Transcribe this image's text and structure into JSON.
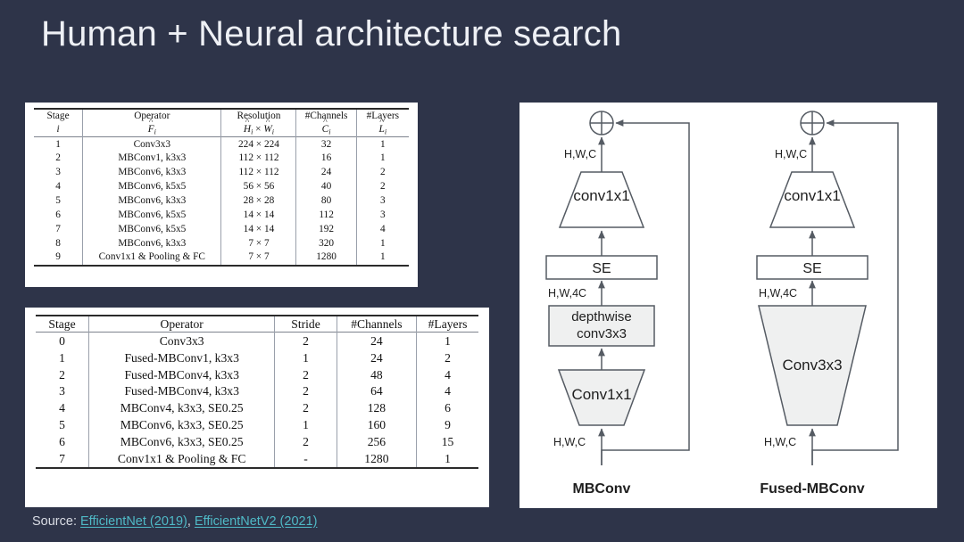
{
  "slide": {
    "title": "Human + Neural architecture search",
    "background_color": "#2e3449",
    "title_color": "#eef0f5"
  },
  "source": {
    "label": "Source:",
    "links": [
      {
        "text": "EfficientNet (2019)"
      },
      {
        "text": "EfficientNetV2 (2021)"
      }
    ],
    "separator": ",",
    "link_color": "#4fb9c6"
  },
  "table1": {
    "name": "efficientnet-b0-architecture",
    "headers": [
      "Stage",
      "Operator",
      "Resolution",
      "#Channels",
      "#Layers"
    ],
    "subheaders": [
      "i",
      "F",
      "H x W",
      "C",
      "L"
    ],
    "rows": [
      {
        "stage": "1",
        "operator": "Conv3x3",
        "resolution": "224 × 224",
        "channels": "32",
        "layers": "1"
      },
      {
        "stage": "2",
        "operator": "MBConv1, k3x3",
        "resolution": "112 × 112",
        "channels": "16",
        "layers": "1"
      },
      {
        "stage": "3",
        "operator": "MBConv6, k3x3",
        "resolution": "112 × 112",
        "channels": "24",
        "layers": "2"
      },
      {
        "stage": "4",
        "operator": "MBConv6, k5x5",
        "resolution": "56 × 56",
        "channels": "40",
        "layers": "2"
      },
      {
        "stage": "5",
        "operator": "MBConv6, k3x3",
        "resolution": "28 × 28",
        "channels": "80",
        "layers": "3"
      },
      {
        "stage": "6",
        "operator": "MBConv6, k5x5",
        "resolution": "14 × 14",
        "channels": "112",
        "layers": "3"
      },
      {
        "stage": "7",
        "operator": "MBConv6, k5x5",
        "resolution": "14 × 14",
        "channels": "192",
        "layers": "4"
      },
      {
        "stage": "8",
        "operator": "MBConv6, k3x3",
        "resolution": "7 × 7",
        "channels": "320",
        "layers": "1"
      },
      {
        "stage": "9",
        "operator": "Conv1x1 & Pooling & FC",
        "resolution": "7 × 7",
        "channels": "1280",
        "layers": "1"
      }
    ]
  },
  "table2": {
    "name": "efficientnetv2-s-architecture",
    "headers": [
      "Stage",
      "Operator",
      "Stride",
      "#Channels",
      "#Layers"
    ],
    "rows": [
      {
        "stage": "0",
        "operator": "Conv3x3",
        "stride": "2",
        "channels": "24",
        "layers": "1"
      },
      {
        "stage": "1",
        "operator": "Fused-MBConv1, k3x3",
        "stride": "1",
        "channels": "24",
        "layers": "2"
      },
      {
        "stage": "2",
        "operator": "Fused-MBConv4, k3x3",
        "stride": "2",
        "channels": "48",
        "layers": "4"
      },
      {
        "stage": "3",
        "operator": "Fused-MBConv4, k3x3",
        "stride": "2",
        "channels": "64",
        "layers": "4"
      },
      {
        "stage": "4",
        "operator": "MBConv4, k3x3, SE0.25",
        "stride": "2",
        "channels": "128",
        "layers": "6"
      },
      {
        "stage": "5",
        "operator": "MBConv6, k3x3, SE0.25",
        "stride": "1",
        "channels": "160",
        "layers": "9"
      },
      {
        "stage": "6",
        "operator": "MBConv6, k3x3, SE0.25",
        "stride": "2",
        "channels": "256",
        "layers": "15"
      },
      {
        "stage": "7",
        "operator": "Conv1x1 & Pooling & FC",
        "stride": "-",
        "channels": "1280",
        "layers": "1"
      }
    ]
  },
  "diagram": {
    "mbconv": {
      "caption": "MBConv",
      "blocks": [
        {
          "label": "conv1x1",
          "shape": "trapezoid-narrow-top",
          "fill": "white"
        },
        {
          "label": "SE",
          "shape": "rect",
          "fill": "white"
        },
        {
          "label": "depthwise\nconv3x3",
          "shape": "rect",
          "fill": "gray"
        },
        {
          "label": "Conv1x1",
          "shape": "trapezoid-wide-top",
          "fill": "gray"
        }
      ],
      "block_labels": {
        "conv1x1_top": "conv1x1",
        "se": "SE",
        "depthwise_line1": "depthwise",
        "depthwise_line2": "conv3x3",
        "conv1x1_bottom": "Conv1x1"
      },
      "tensor_labels": {
        "top": "H,W,C",
        "mid": "H,W,4C",
        "bottom": "H,W,C"
      },
      "add_symbol": "+"
    },
    "fused_mbconv": {
      "caption": "Fused-MBConv",
      "blocks": [
        {
          "label": "conv1x1",
          "shape": "trapezoid-narrow-top",
          "fill": "white"
        },
        {
          "label": "SE",
          "shape": "rect",
          "fill": "white"
        },
        {
          "label": "Conv3x3",
          "shape": "trapezoid-wide-top",
          "fill": "gray"
        }
      ],
      "block_labels": {
        "conv1x1_top": "conv1x1",
        "se": "SE",
        "conv3x3": "Conv3x3"
      },
      "tensor_labels": {
        "top": "H,W,C",
        "mid": "H,W,4C",
        "bottom": "H,W,C"
      },
      "add_symbol": "+"
    },
    "stroke_color": "#555b63",
    "gray_fill": "#eff0f0"
  }
}
